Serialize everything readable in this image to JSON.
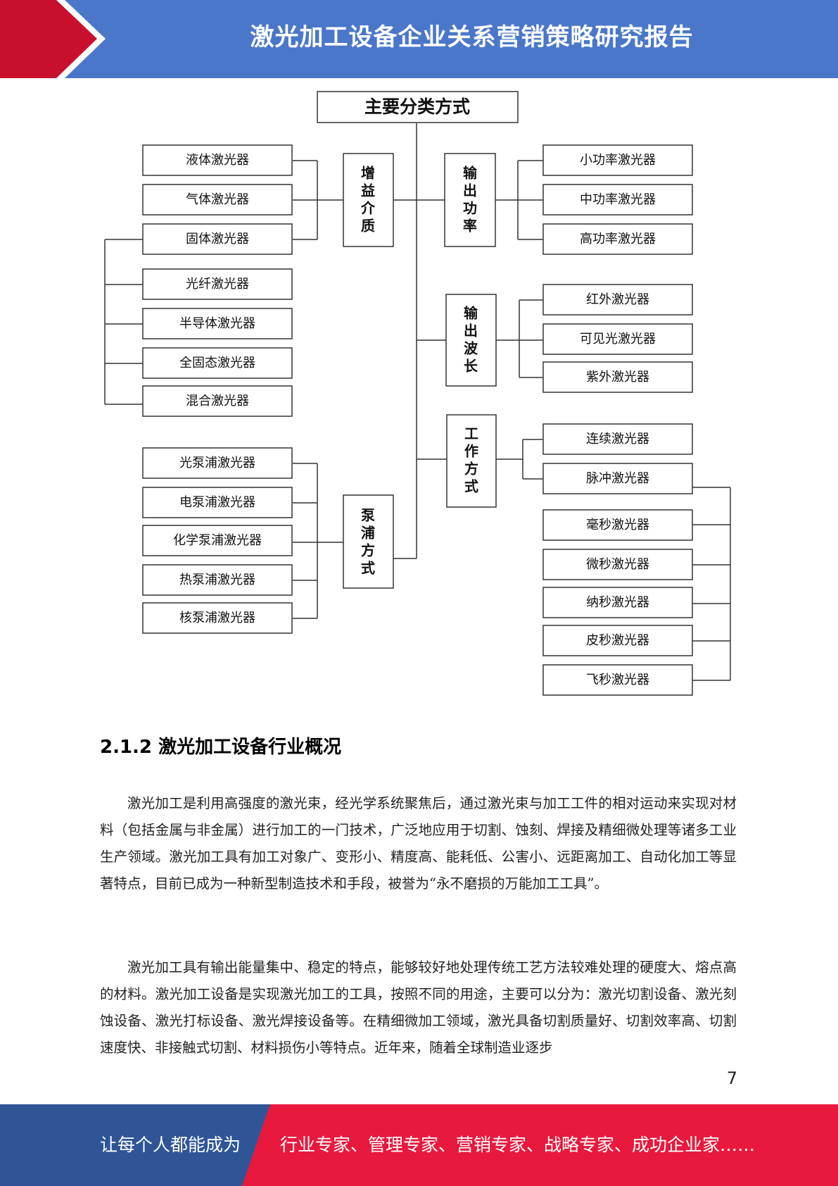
{
  "header": {
    "title": "激光加工设备企业关系营销策略研究报告"
  },
  "diagram": {
    "root": "主要分类方式",
    "categories": {
      "gain_medium": {
        "label": "增益介质",
        "items": [
          "液体激光器",
          "气体激光器",
          "固体激光器"
        ]
      },
      "solid_subtypes": {
        "items": [
          "光纤激光器",
          "半导体激光器",
          "全固态激光器",
          "混合激光器"
        ]
      },
      "pump_method": {
        "label": "泵浦方式",
        "items": [
          "光泵浦激光器",
          "电泵浦激光器",
          "化学泵浦激光器",
          "热泵浦激光器",
          "核泵浦激光器"
        ]
      },
      "output_power": {
        "label": "输出功率",
        "items": [
          "小功率激光器",
          "中功率激光器",
          "高功率激光器"
        ]
      },
      "output_wavelength": {
        "label": "输出波长",
        "items": [
          "红外激光器",
          "可见光激光器",
          "紫外激光器"
        ]
      },
      "work_mode": {
        "label": "工作方式",
        "items": [
          "连续激光器",
          "脉冲激光器"
        ]
      },
      "pulse_subtypes": {
        "items": [
          "毫秒激光器",
          "微秒激光器",
          "纳秒激光器",
          "皮秒激光器",
          "飞秒激光器"
        ]
      }
    }
  },
  "section": {
    "heading": "2.1.2 激光加工设备行业概况"
  },
  "paragraphs": [
    "激光加工是利用高强度的激光束，经光学系统聚焦后，通过激光束与加工工件的相对运动来实现对材料（包括金属与非金属）进行加工的一门技术，广泛地应用于切割、蚀刻、焊接及精细微处理等诸多工业生产领域。激光加工具有加工对象广、变形小、精度高、能耗低、公害小、远距离加工、自动化加工等显著特点，目前已成为一种新型制造技术和手段，被誉为“永不磨损的万能加工工具”。",
    "激光加工具有输出能量集中、稳定的特点，能够较好地处理传统工艺方法较难处理的硬度大、熔点高的材料。激光加工设备是实现激光加工的工具，按照不同的用途，主要可以分为：激光切割设备、激光刻蚀设备、激光打标设备、激光焊接设备等。在精细微加工领域，激光具备切割质量好、切割效率高、切割速度快、非接触式切割、材料损伤小等特点。近年来，随着全球制造业逐步"
  ],
  "page_number": "7",
  "footer": {
    "left_text": "让每个人都能成为",
    "right_text": "行业专家、管理专家、营销专家、战略专家、成功企业家……",
    "colors": {
      "blue": "#2f5597",
      "red": "#e8193c"
    }
  },
  "colors": {
    "header_blue": "#4a77c9",
    "header_red": "#c8102e"
  }
}
